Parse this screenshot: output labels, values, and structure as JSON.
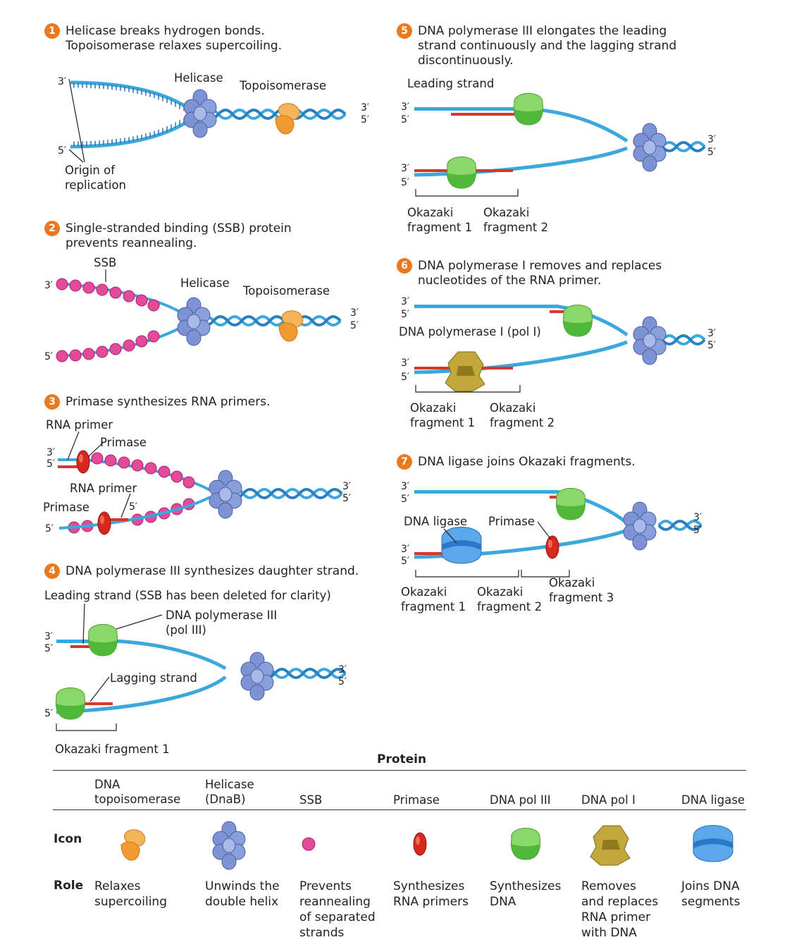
{
  "steps": [
    {
      "num": "1",
      "text": "Helicase breaks hydrogen bonds.\nTopoisomerase relaxes supercoiling."
    },
    {
      "num": "2",
      "text": "Single-stranded binding (SSB) protein\nprevents reannealing."
    },
    {
      "num": "3",
      "text": "Primase synthesizes RNA primers."
    },
    {
      "num": "4",
      "text": "DNA polymerase III synthesizes daughter strand."
    },
    {
      "num": "5",
      "text": "DNA polymerase III elongates the leading\nstrand continuously and the lagging strand\ndiscontinuously."
    },
    {
      "num": "6",
      "text": "DNA polymerase I removes and replaces\nnucleotides of the RNA primer."
    },
    {
      "num": "7",
      "text": "DNA ligase joins Okazaki fragments."
    }
  ],
  "labels": {
    "p1": {
      "helicase": "Helicase",
      "topo": "Topoisomerase",
      "origin": "Origin of\nreplication",
      "three": "3′",
      "five": "5′"
    },
    "p2": {
      "ssb": "SSB",
      "helicase": "Helicase",
      "topo": "Topoisomerase",
      "three": "3′",
      "five": "5′"
    },
    "p3": {
      "rna_primer_top": "RNA primer",
      "primase_top": "Primase",
      "rna_primer_bot": "RNA primer",
      "primase_bot": "Primase",
      "three": "3′",
      "five": "5′"
    },
    "p4": {
      "leading": "Leading strand (SSB has been deleted for clarity)",
      "pol3": "DNA polymerase III\n(pol III)",
      "lagging": "Lagging strand",
      "okazaki1": "Okazaki fragment 1",
      "three": "3′",
      "five": "5′"
    },
    "p5": {
      "leading": "Leading strand",
      "okazaki1": "Okazaki\nfragment 1",
      "okazaki2": "Okazaki\nfragment 2",
      "three": "3′",
      "five": "5′"
    },
    "p6": {
      "pol1": "DNA polymerase I (pol I)",
      "okazaki1": "Okazaki\nfragment 1",
      "okazaki2": "Okazaki\nfragment 2",
      "three": "3′",
      "five": "5′"
    },
    "p7": {
      "ligase": "DNA ligase",
      "primase": "Primase",
      "okazaki1": "Okazaki\nfragment 1",
      "okazaki2": "Okazaki\nfragment 2",
      "okazaki3": "Okazaki\nfragment 3",
      "three": "3′",
      "five": "5′"
    }
  },
  "table": {
    "title": "Protein",
    "row_icon": "Icon",
    "row_role": "Role",
    "columns": [
      {
        "name": "DNA\ntopoisomerase",
        "role": "Relaxes\nsupercoiling",
        "icon": "topoisomerase-icon",
        "color": "#f0a040"
      },
      {
        "name": "Helicase\n(DnaB)",
        "role": "Unwinds the\ndouble helix",
        "icon": "helicase-icon",
        "color": "#6f86c9"
      },
      {
        "name": "SSB",
        "role": "Prevents\nreannealing\nof separated\nstrands",
        "icon": "ssb-icon",
        "color": "#e44a9a"
      },
      {
        "name": "Primase",
        "role": "Synthesizes\nRNA primers",
        "icon": "primase-icon",
        "color": "#d8281e"
      },
      {
        "name": "DNA pol III",
        "role": "Synthesizes\nDNA",
        "icon": "pol3-icon",
        "color": "#7ccb52"
      },
      {
        "name": "DNA pol I",
        "role": "Removes\nand replaces\nRNA primer\nwith DNA",
        "icon": "pol1-icon",
        "color": "#b39a2c"
      },
      {
        "name": "DNA ligase",
        "role": "Joins DNA\nsegments",
        "icon": "ligase-icon",
        "color": "#3a8fd8"
      }
    ]
  },
  "colors": {
    "dna": "#3aa8dc",
    "rna": "#d8362a",
    "ssb": "#e44a9a",
    "helicase": "#6f86c9",
    "topo": "#f0a040",
    "pol3": "#7ccb52",
    "pol1": "#b39a2c",
    "ligase": "#3a8fd8",
    "badge": "#e8791e"
  }
}
